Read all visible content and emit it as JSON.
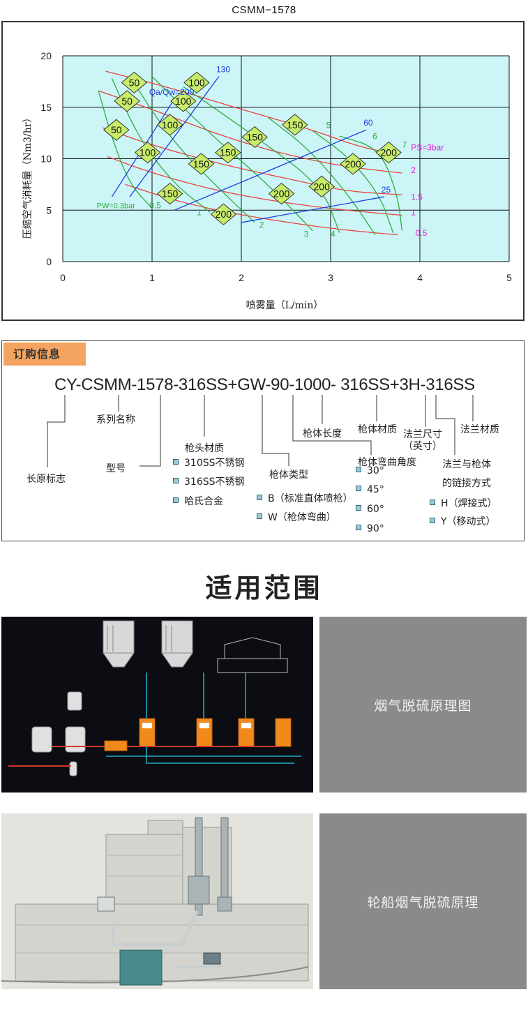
{
  "chart": {
    "title": "CSMM−1578",
    "y_axis_label": "压缩空气消耗量（Nm3/hr）",
    "x_axis_label": "喷雾量（L/min）"
  },
  "chart_data": {
    "type": "line",
    "xlabel": "喷雾量（L/min）",
    "ylabel": "压缩空气消耗量（Nm3/hr）",
    "xlim": [
      0,
      5
    ],
    "ylim": [
      0,
      20
    ],
    "x_ticks": [
      "0",
      "1",
      "2",
      "3",
      "4",
      "5"
    ],
    "y_ticks": [
      "0",
      "5",
      "10",
      "15",
      "20"
    ],
    "grid": true,
    "background": "#ccf5f7",
    "colors": {
      "red": "#e8443a",
      "green": "#2fae3e",
      "blue": "#1a3fe0",
      "magenta": "#e61fd2",
      "diamond": "#c8ec6a"
    },
    "red_curves": [
      {
        "points": [
          [
            0.48,
            18.5
          ],
          [
            1.2,
            16.9
          ],
          [
            2.0,
            14.8
          ],
          [
            2.8,
            12.8
          ],
          [
            3.3,
            11.2
          ],
          [
            3.75,
            10.4
          ]
        ]
      },
      {
        "points": [
          [
            0.4,
            16.6
          ],
          [
            1.0,
            14.8
          ],
          [
            2.0,
            11.5
          ],
          [
            3.0,
            9.4
          ],
          [
            3.8,
            8.6
          ]
        ]
      },
      {
        "points": [
          [
            0.45,
            13.0
          ],
          [
            1.0,
            11.3
          ],
          [
            1.8,
            9.4
          ],
          [
            2.6,
            7.9
          ],
          [
            3.2,
            6.8
          ],
          [
            3.8,
            6.5
          ]
        ]
      },
      {
        "points": [
          [
            0.5,
            10.2
          ],
          [
            1.0,
            8.6
          ],
          [
            1.8,
            6.7
          ],
          [
            2.8,
            5.3
          ],
          [
            3.8,
            4.5
          ]
        ]
      },
      {
        "points": [
          [
            0.7,
            7.5
          ],
          [
            1.3,
            5.8
          ],
          [
            2.0,
            4.5
          ],
          [
            3.0,
            3.2
          ],
          [
            3.75,
            2.6
          ]
        ]
      }
    ],
    "green_curves": [
      {
        "points": [
          [
            0.4,
            16.6
          ],
          [
            0.55,
            12.0
          ],
          [
            0.75,
            7.5
          ],
          [
            1.0,
            5.2
          ]
        ],
        "label": "0.5"
      },
      {
        "points": [
          [
            0.55,
            17.8
          ],
          [
            0.85,
            12.0
          ],
          [
            1.25,
            7.5
          ],
          [
            1.65,
            4.8
          ]
        ],
        "label": "1"
      },
      {
        "points": [
          [
            0.75,
            18.0
          ],
          [
            1.2,
            12.0
          ],
          [
            1.7,
            7.5
          ],
          [
            2.15,
            3.8
          ]
        ],
        "label": "2"
      },
      {
        "points": [
          [
            1.0,
            18.0
          ],
          [
            1.6,
            12.8
          ],
          [
            2.3,
            7.5
          ],
          [
            2.8,
            3.0
          ]
        ],
        "label": "3"
      },
      {
        "points": [
          [
            1.35,
            17.0
          ],
          [
            2.1,
            12.5
          ],
          [
            2.9,
            7.4
          ],
          [
            3.1,
            2.8
          ]
        ],
        "label": "4"
      },
      {
        "points": [
          [
            2.3,
            14.0
          ],
          [
            2.75,
            11.0
          ],
          [
            3.2,
            6.5
          ],
          [
            3.5,
            2.6
          ]
        ],
        "label": "5"
      },
      {
        "points": [
          [
            2.8,
            12.7
          ],
          [
            3.2,
            10.2
          ],
          [
            3.55,
            6.5
          ],
          [
            3.7,
            2.8
          ]
        ],
        "label": "6"
      },
      {
        "points": [
          [
            3.1,
            12.2
          ],
          [
            3.55,
            11.0
          ],
          [
            3.75,
            6.5
          ],
          [
            3.8,
            3.0
          ]
        ],
        "label": "7"
      }
    ],
    "blue_lines": [
      {
        "points": [
          [
            0.55,
            6.3
          ],
          [
            1.25,
            15.8
          ]
        ],
        "label": "Qa/Qw=200"
      },
      {
        "points": [
          [
            0.75,
            6.3
          ],
          [
            1.75,
            18.0
          ]
        ],
        "label": "130"
      },
      {
        "points": [
          [
            1.25,
            5.0
          ],
          [
            3.4,
            12.8
          ]
        ],
        "label": "60"
      },
      {
        "points": [
          [
            2.0,
            3.8
          ],
          [
            3.6,
            6.3
          ]
        ],
        "label": "25"
      }
    ],
    "psi_labels": [
      {
        "text": "PS=3bar",
        "x": 3.9,
        "y": 10.8
      },
      {
        "text": "2",
        "x": 3.9,
        "y": 8.6
      },
      {
        "text": "1.5",
        "x": 3.9,
        "y": 6.0
      },
      {
        "text": "1",
        "x": 3.9,
        "y": 4.5
      },
      {
        "text": "0.5",
        "x": 3.95,
        "y": 2.5
      }
    ],
    "pw_label": {
      "text": "PW=0.3bar",
      "x": 0.38,
      "y": 5.2
    },
    "green_labels_pos": [
      {
        "text": "0.5",
        "x": 0.97,
        "y": 5.2
      },
      {
        "text": "1",
        "x": 1.5,
        "y": 4.5
      },
      {
        "text": "2",
        "x": 2.2,
        "y": 3.3
      },
      {
        "text": "3",
        "x": 2.7,
        "y": 2.4
      },
      {
        "text": "4",
        "x": 3.0,
        "y": 2.4
      },
      {
        "text": "5",
        "x": 2.95,
        "y": 13.0
      },
      {
        "text": "6",
        "x": 3.47,
        "y": 11.9
      },
      {
        "text": "7",
        "x": 3.8,
        "y": 11.1
      }
    ],
    "diamonds": [
      {
        "text": "50",
        "x": 0.8,
        "y": 17.4
      },
      {
        "text": "100",
        "x": 1.5,
        "y": 17.4
      },
      {
        "text": "50",
        "x": 0.72,
        "y": 15.6
      },
      {
        "text": "100",
        "x": 1.35,
        "y": 15.6
      },
      {
        "text": "50",
        "x": 0.6,
        "y": 12.8
      },
      {
        "text": "100",
        "x": 1.2,
        "y": 13.3
      },
      {
        "text": "150",
        "x": 2.6,
        "y": 13.3
      },
      {
        "text": "150",
        "x": 2.15,
        "y": 12.1
      },
      {
        "text": "150",
        "x": 1.85,
        "y": 10.6
      },
      {
        "text": "200",
        "x": 3.65,
        "y": 10.6
      },
      {
        "text": "100",
        "x": 0.95,
        "y": 10.6
      },
      {
        "text": "150",
        "x": 1.55,
        "y": 9.5
      },
      {
        "text": "200",
        "x": 3.25,
        "y": 9.5
      },
      {
        "text": "200",
        "x": 2.9,
        "y": 7.3
      },
      {
        "text": "150",
        "x": 1.2,
        "y": 6.6
      },
      {
        "text": "200",
        "x": 2.45,
        "y": 6.6
      },
      {
        "text": "200",
        "x": 1.8,
        "y": 4.6
      }
    ]
  },
  "order": {
    "tag": "订购信息",
    "model_code": "CY-CSMM-1578-316SS+GW-90-1000- 316SS+3H-316SS",
    "labels": {
      "series": "系列名称",
      "brand": "长原标志",
      "model": "型号",
      "head_material": "枪头材质",
      "body_type": "枪体类型",
      "body_length": "枪体长度",
      "body_material": "枪体材质",
      "bend_angle": "枪体弯曲角度",
      "flange_size": "法兰尺寸",
      "flange_size_unit": "（英寸）",
      "flange_material": "法兰材质",
      "connection_1": "法兰与枪体",
      "connection_2": "的链接方式"
    },
    "head_options": [
      "310SS不锈钢",
      "316SS不锈钢",
      "哈氏合金"
    ],
    "body_type_options": [
      "B（标准直体喷枪）",
      "W（枪体弯曲）"
    ],
    "angle_options": [
      "30°",
      "45°",
      "60°",
      "90°"
    ],
    "connection_options": [
      "H（焊接式）",
      "Y（移动式）"
    ]
  },
  "applications": {
    "title": "适用范围",
    "items": [
      {
        "label": "烟气脱硫原理图"
      },
      {
        "label": "轮船烟气脱硫原理"
      }
    ]
  }
}
